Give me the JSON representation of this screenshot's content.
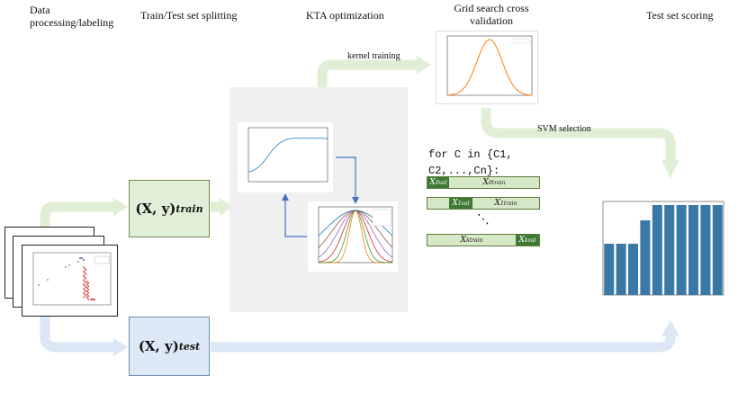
{
  "steps": {
    "data": "Data\nprocessing/labeling",
    "split": "Train/Test set splitting",
    "kta": "KTA optimization",
    "grid": "Grid search cross\nvalidation",
    "scoring": "Test set scoring"
  },
  "arrows": {
    "kernel_training": "kernel training",
    "svm_selection": "SVM selection"
  },
  "boxes": {
    "train": "(X, y)",
    "train_sub": "train",
    "test": "(X, y)",
    "test_sub": "test"
  },
  "code": {
    "line1": "for C in {C1,",
    "line2": "C2,...,Cn}:"
  },
  "folds": {
    "row0_val": "X",
    "row0_val_sup": "0",
    "row0_val_sub": "val",
    "row0_train": "X",
    "row0_train_sup": "0",
    "row0_train_sub": "train",
    "row1_val": "X",
    "row1_val_sup": "1",
    "row1_val_sub": "val",
    "row1_train": "X",
    "row1_train_sup": "1",
    "row1_train_sub": "train",
    "dots": "⋱",
    "rowk_train": "X",
    "rowk_train_sup": "k",
    "rowk_train_sub": "train",
    "rowk_val": "X",
    "rowk_val_sup": "k",
    "rowk_val_sub": "val"
  },
  "colors": {
    "green_arrow": "#e0eed5",
    "blue_arrow": "#dbe7f4",
    "train_box": "#e2efd8",
    "test_box": "#dde9f6",
    "kta_panel": "#f0f0f0",
    "bar": "#3a78a6"
  },
  "chart_data": [
    {
      "type": "line",
      "panel": "kta-learning-curve",
      "x": [
        0,
        5,
        10,
        15,
        20,
        25,
        30,
        35,
        40,
        45,
        50,
        55,
        60,
        65,
        70,
        75,
        80,
        85,
        90,
        95,
        100
      ],
      "y": [
        0.18,
        0.2,
        0.24,
        0.3,
        0.38,
        0.48,
        0.58,
        0.66,
        0.72,
        0.76,
        0.79,
        0.8,
        0.81,
        0.8,
        0.81,
        0.8,
        0.81,
        0.8,
        0.81,
        0.8,
        0.8
      ]
    },
    {
      "type": "line",
      "panel": "kernel-curves",
      "series": [
        {
          "width": 0.5,
          "color": "#ff7f0e"
        },
        {
          "width": 0.7,
          "color": "#2ca02c"
        },
        {
          "width": 1.0,
          "color": "#d62728"
        },
        {
          "width": 1.4,
          "color": "#9467bd"
        },
        {
          "width": 1.9,
          "color": "#8c564b"
        },
        {
          "width": 2.6,
          "color": "#1f77b4"
        }
      ]
    },
    {
      "type": "line",
      "panel": "grid-search-gaussian",
      "series": [
        {
          "width": 0.9,
          "color": "#ff7f0e"
        }
      ]
    },
    {
      "type": "bar",
      "panel": "test-scoring",
      "values": [
        0.57,
        0.57,
        0.57,
        0.83,
        1.0,
        1.0,
        1.0,
        1.0,
        1.0,
        1.0
      ],
      "ylim": [
        0,
        1.0
      ]
    }
  ]
}
